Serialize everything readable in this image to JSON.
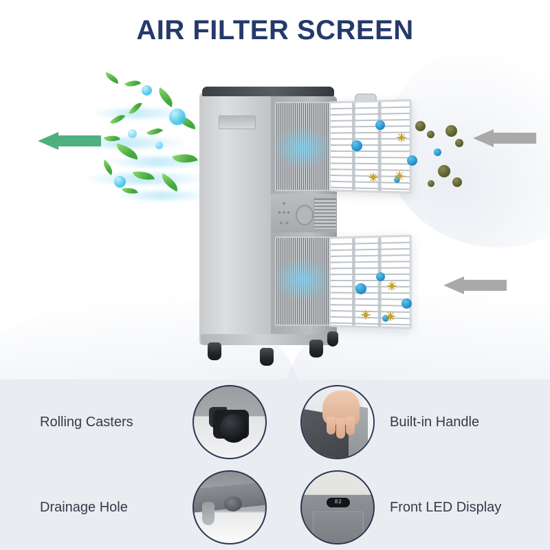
{
  "hero": {
    "title": "AIR FILTER SCREEN",
    "title_color": "#253a6b",
    "background_color": "#ffffff",
    "arrows": [
      {
        "name": "clean-air-arrow",
        "direction": "left",
        "color": "#4eb07f",
        "meaning": "clean air out"
      },
      {
        "name": "dirty-air-arrow-top",
        "direction": "left",
        "color": "#a9a9a9",
        "meaning": "dirty air in"
      },
      {
        "name": "dirty-air-arrow-bottom",
        "direction": "left",
        "color": "#a9a9a9",
        "meaning": "dirty air in"
      }
    ],
    "product": {
      "name": "portable-air-conditioner",
      "body_color": "#c9cbcd",
      "top_color": "#3c3f44",
      "caster_color": "#24262a",
      "airflow_color": "#78cdf0"
    },
    "filters": [
      {
        "name": "upper-filter-screen",
        "color": "#ffffff"
      },
      {
        "name": "lower-filter-screen",
        "color": "#ffffff"
      }
    ],
    "particles": {
      "leaf_color": "#43a83f",
      "bubble_color": "#2eb6e0",
      "germ_color": "#565a2c",
      "pollen_color": "#c9a227",
      "dust_color": "#1a87c4"
    }
  },
  "features": {
    "background_color": "#e9ecf1",
    "label_color": "#343a48",
    "border_color": "#2a3550",
    "items": [
      {
        "label": "Rolling Casters",
        "thumb": "caster-thumbnail",
        "side": "left"
      },
      {
        "label": "Built-in Handle",
        "thumb": "handle-thumbnail",
        "side": "right"
      },
      {
        "label": "Drainage Hole",
        "thumb": "drainage-thumbnail",
        "side": "left"
      },
      {
        "label": "Front LED Display",
        "thumb": "led-thumbnail",
        "side": "right"
      }
    ],
    "led_readout": "82"
  }
}
